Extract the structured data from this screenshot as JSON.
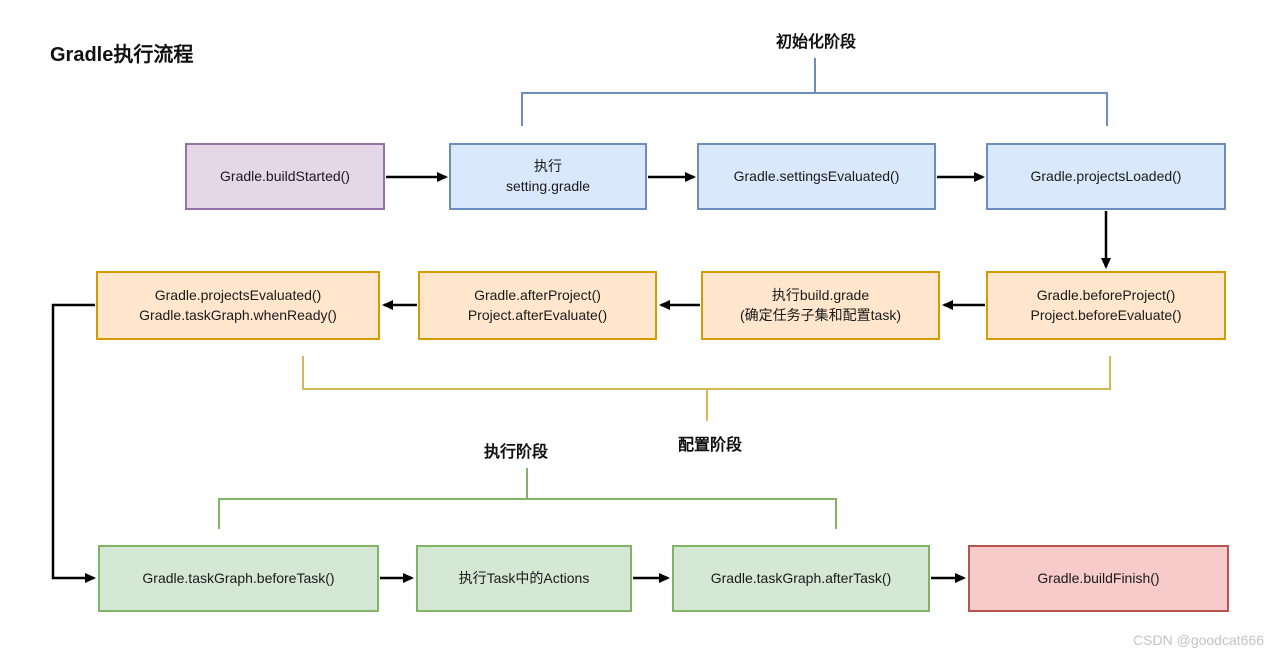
{
  "title": "Gradle执行流程",
  "phases": {
    "init": "初始化阶段",
    "config": "配置阶段",
    "exec": "执行阶段"
  },
  "nodes": {
    "build_started": {
      "lines": [
        "Gradle.buildStarted()"
      ]
    },
    "exec_setting": {
      "lines": [
        "执行",
        "setting.gradle"
      ]
    },
    "settings_evaluated": {
      "lines": [
        "Gradle.settingsEvaluated()"
      ]
    },
    "projects_loaded": {
      "lines": [
        "Gradle.projectsLoaded()"
      ]
    },
    "before_project": {
      "lines": [
        "Gradle.beforeProject()",
        "Project.beforeEvaluate()"
      ]
    },
    "exec_build": {
      "lines": [
        "执行build.grade",
        "(确定任务子集和配置task)"
      ]
    },
    "after_project": {
      "lines": [
        "Gradle.afterProject()",
        "Project.afterEvaluate()"
      ]
    },
    "projects_evaluated": {
      "lines": [
        "Gradle.projectsEvaluated()",
        "Gradle.taskGraph.whenReady()"
      ]
    },
    "before_task": {
      "lines": [
        "Gradle.taskGraph.beforeTask()"
      ]
    },
    "exec_actions": {
      "lines": [
        "执行Task中的Actions"
      ]
    },
    "after_task": {
      "lines": [
        "Gradle.taskGraph.afterTask()"
      ]
    },
    "build_finish": {
      "lines": [
        "Gradle.buildFinish()"
      ]
    }
  },
  "watermark": "CSDN @goodcat666",
  "colors": {
    "node_purple_fill": "#e3d7e8",
    "node_purple_border": "#9673a6",
    "node_blue_fill": "#dae8fc",
    "node_blue_border": "#6c8ebf",
    "node_orange_fill": "#ffe6cc",
    "node_orange_border": "#d79b00",
    "node_green_fill": "#d5e8d4",
    "node_green_border": "#82b366",
    "node_red_fill": "#f6cbc9",
    "node_red_border": "#b85450",
    "bracket_init": "#6c8ebf",
    "bracket_config": "#d6b656",
    "bracket_exec": "#82b366",
    "arrow": "#000000"
  }
}
